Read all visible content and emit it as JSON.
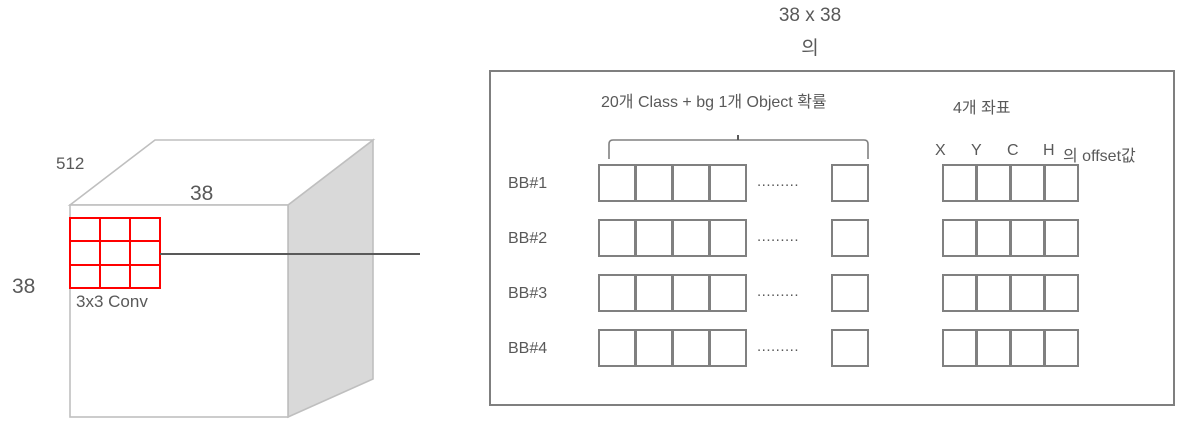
{
  "diagram": {
    "title_line1": "38 x 38",
    "title_line2": "의"
  },
  "feature_map": {
    "depth_label": "512",
    "width_label": "38",
    "height_label": "38",
    "conv_label": "3x3 Conv",
    "grid_color": "#FF0000",
    "cube_fill": "#FFFFFF",
    "cube_side_fill": "#D9D9D9",
    "cube_stroke": "#BFBFBF"
  },
  "arrow": {
    "name": "connector-arrow",
    "color": "#595959"
  },
  "panel": {
    "border_color": "#7f7f7f",
    "class_group": {
      "heading": "20개 Class + bg 1개 Object 확률",
      "bracket_tick": "|",
      "ellipsis": "........."
    },
    "coord_group": {
      "heading": "4개 좌표",
      "columns": [
        "X",
        "Y",
        "C",
        "H"
      ],
      "suffix": "의 offset값"
    },
    "rows": [
      {
        "label": "BB#1"
      },
      {
        "label": "BB#2"
      },
      {
        "label": "BB#3"
      },
      {
        "label": "BB#4"
      }
    ]
  }
}
